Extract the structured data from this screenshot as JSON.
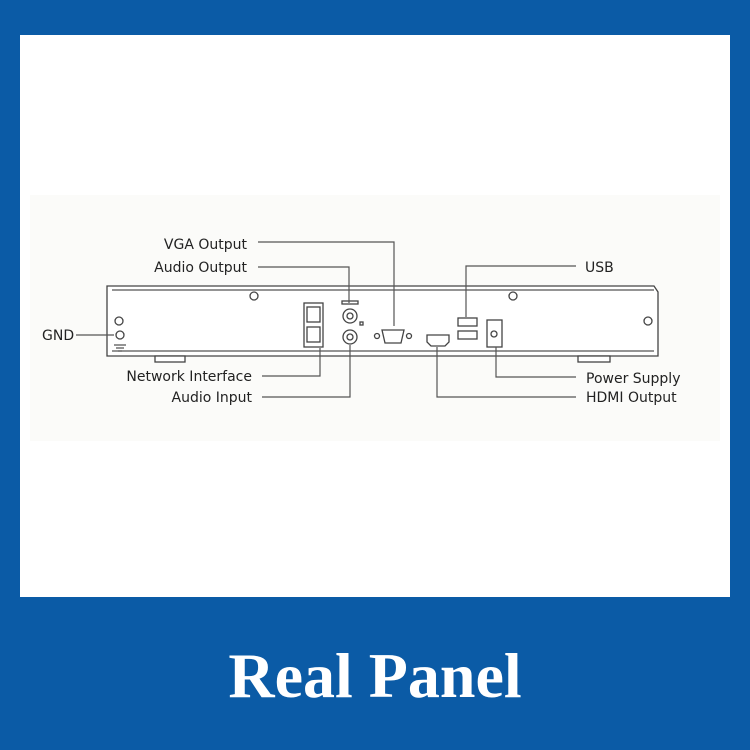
{
  "diagram": {
    "labels": {
      "vga_output": "VGA Output",
      "audio_output": "Audio Output",
      "usb": "USB",
      "gnd": "GND",
      "network_interface": "Network Interface",
      "audio_input": "Audio Input",
      "power_supply": "Power Supply",
      "hdmi_output": "HDMI Output"
    }
  },
  "caption": "Real Panel",
  "colors": {
    "frame": "#0b5ba6",
    "panel": "#ffffff"
  }
}
